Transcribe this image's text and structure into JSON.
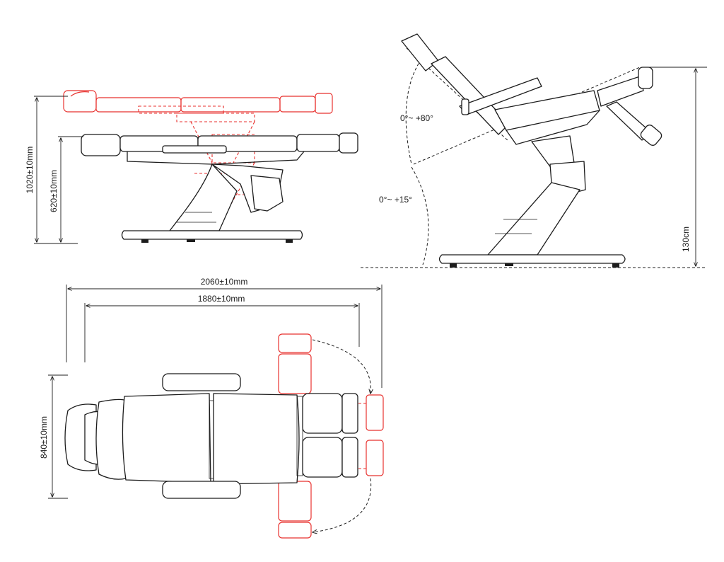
{
  "dimensions": {
    "max_height": "1020±10mm",
    "min_height": "620±10mm",
    "backrest_angle": "0°~ +80°",
    "seat_angle": "0°~ +15°",
    "reclined_height": "130cm",
    "overall_length": "2060±10mm",
    "bed_length": "1880±10mm",
    "width": "840±10mm"
  },
  "colors": {
    "outline": "#1c1c1c",
    "alternate_position": "#e8322f"
  }
}
